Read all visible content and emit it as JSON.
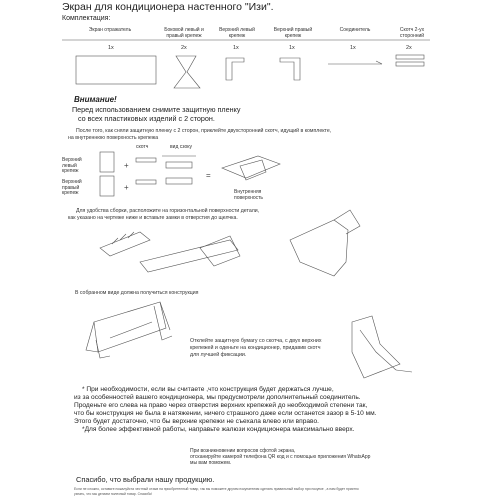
{
  "header": {
    "title": "Экран для кондиционера настенного \"Изи\".",
    "subtitle": "Комплектация:"
  },
  "parts": [
    {
      "label": "Экран отражатель",
      "qty": "1x"
    },
    {
      "label": "Боковой левый и правый крепеж",
      "qty": "2x"
    },
    {
      "label": "Верхний левый крепеж",
      "qty": "1x"
    },
    {
      "label": "Верхний правый крепеж",
      "qty": "1x"
    },
    {
      "label": "Соединитель",
      "qty": "1x"
    },
    {
      "label": "Скотч 2-ух сторонний",
      "qty": "2x"
    }
  ],
  "warning": {
    "title": "Внимание!",
    "lines": [
      "Перед использованием снимите защитную пленку",
      "со всех пластиковых изделий с 2 сторон."
    ]
  },
  "step1": {
    "lines": [
      "После того, как сняли защитную пленку с 2 сторон, приклейте двухсторонний скотч, идущий в комплекте,",
      "на внутреннюю поверхность крепежа"
    ],
    "labels": {
      "top_left": "Верхний левый крепеж",
      "top_right": "Верхний правый крепеж",
      "tape": "скотч",
      "tape_view": "вид сзоку",
      "inner": "Внутренняя поверхность"
    }
  },
  "step2": {
    "lines": [
      "Для удобства сборки, расположите на горизонтальной поверхности детали,",
      "как указано на чертеже ниже и вставьте замки в отверстия до щелчка."
    ]
  },
  "step3": {
    "caption": "В собранном виде должна получиться конструкция",
    "tape_note": [
      "Отклейте защитную бумагу со скотча, с двух верхних",
      "крепежей и оденьте на кондиционер, придавив скотч",
      "для лучшей фиксации."
    ]
  },
  "footer": {
    "lines": [
      "* При необходимости, если вы считаете ,что конструкция будет держаться лучше,",
      "из за особенностей вашего кондиционера, мы предусмотрели дополнительный соединитель.",
      "Проденьте его слева на право через отверстия верхних крепежей до необходимой степени так,",
      "что бы конструкция не была в натяжении, ничего страшного даже если останется зазор в 5-10 мм.",
      "Этого будет достаточно, что бы верхние крепежи не съехала влево или вправо.",
      "*Для более эффективной работы, направьте жалюзи кондиционера максимально вверх."
    ],
    "qr_note": [
      "При возникновении вопросов сфотой экрана,",
      "отсканируйте камерой телефона QR код и с помощью приложения WhatsApp",
      "мы вам поможем."
    ],
    "thanks": "Спасибо, что выбрали нашу продукцию.",
    "fine_print": [
      "Если не сложно, оставьте пожалуйста честный отзыв на приобретенный товар, так вы поможете другим покупателям сделать правильный выбор при покупке , а нам будет приятно",
      "узнать, что мы делаем полезный товар. Спасибо!"
    ]
  }
}
